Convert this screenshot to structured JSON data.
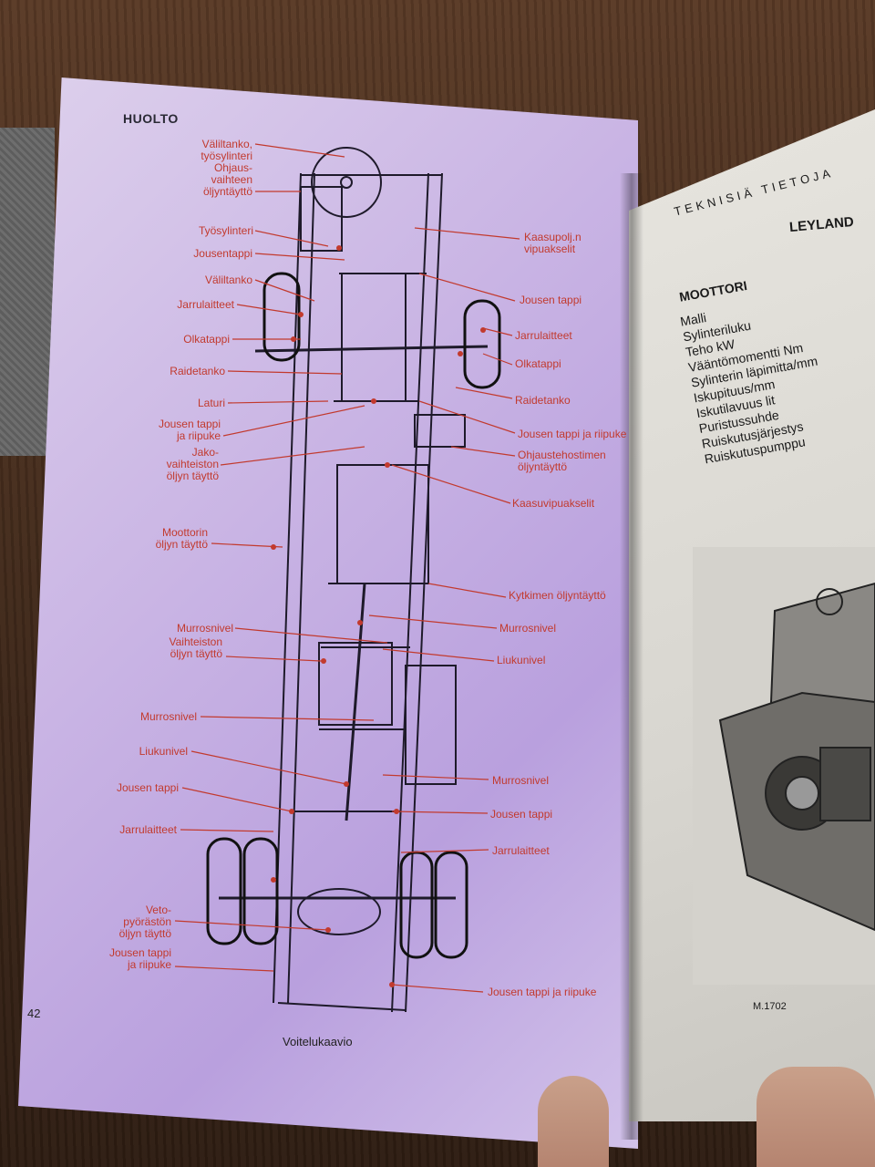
{
  "left_page": {
    "header": "HUOLTO",
    "page_number": "42",
    "caption": "Voitelukaavio",
    "left_labels": [
      [
        "Väliltanko,",
        "työsylinteri",
        "Ohjaus-",
        "vaihteen",
        "öljyntäyttö"
      ],
      [
        "Työsylinteri"
      ],
      [
        "Jousentappi"
      ],
      [
        "Väliltanko"
      ],
      [
        "Jarrulaitteet"
      ],
      [
        "Olkatappi"
      ],
      [
        "Raidetanko"
      ],
      [
        "Laturi"
      ],
      [
        "Jousen tappi",
        "ja riipuke"
      ],
      [
        "Jako-",
        "vaihteiston",
        "öljyn täyttö"
      ],
      [
        "Moottorin",
        "öljyn täyttö"
      ],
      [
        "Murrosnivel"
      ],
      [
        "Vaihteiston",
        "öljyn täyttö"
      ],
      [
        "Murrosnivel"
      ],
      [
        "Liukunivel"
      ],
      [
        "Jousen tappi"
      ],
      [
        "Jarrulaitteet"
      ],
      [
        "Veto-",
        "pyörästön",
        "öljyn täyttö"
      ],
      [
        "Jousen tappi",
        "ja riipuke"
      ]
    ],
    "right_labels": [
      [
        "Kaasupolj.n",
        "vipuakselit"
      ],
      [
        "Jousen tappi"
      ],
      [
        "Jarrulaitteet"
      ],
      [
        "Olkatappi"
      ],
      [
        "Raidetanko"
      ],
      [
        "Jousen tappi ja riipuke"
      ],
      [
        "Ohjaustehostimen",
        "öljyntäyttö"
      ],
      [
        "Kaasuvipuakselit"
      ],
      [
        "Kytkimen öljyntäyttö"
      ],
      [
        "Murrosnivel"
      ],
      [
        "Liukunivel"
      ],
      [
        "Murrosnivel"
      ],
      [
        "Jousen tappi"
      ],
      [
        "Jarrulaitteet"
      ],
      [
        "Jousen tappi ja riipuke"
      ]
    ]
  },
  "right_page": {
    "title": "TEKNISIÄ TIETOJA",
    "brand": "LEYLAND",
    "section": "MOOTTORI",
    "specs": [
      "Malli",
      "Sylinteriluku",
      "Teho kW",
      "Vääntömomentti Nm",
      "Sylinterin läpimitta/mm",
      "Iskupituus/mm",
      "Iskutilavuus lit",
      "Puristussuhde",
      "Ruiskutusjärjestys",
      "Ruiskutuspumppu"
    ],
    "figure_code": "M.1702"
  },
  "colors": {
    "label_red": "#c23a2e",
    "page_lavender": "#c9b4e4",
    "line_dark": "#1e1a2a"
  }
}
